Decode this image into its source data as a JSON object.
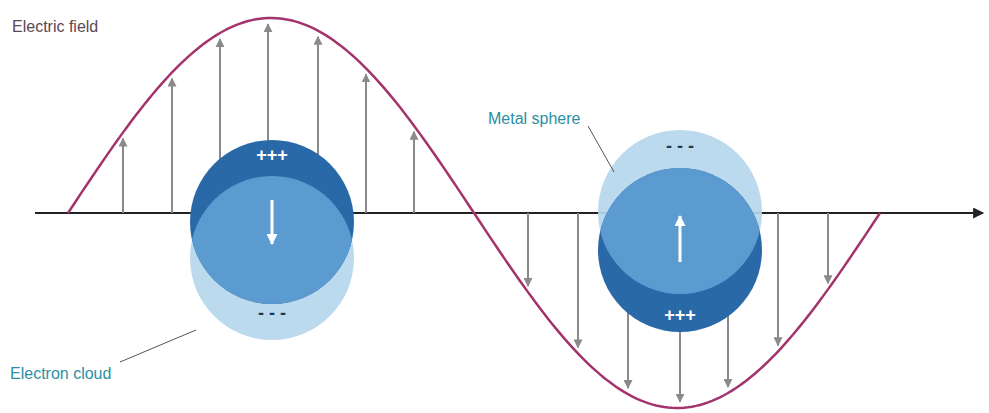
{
  "diagram": {
    "labels": [
      "Electric field",
      "+++",
      "- - -",
      "Metal sphere",
      "- - -",
      "+++",
      "Electron cloud"
    ]
  }
}
